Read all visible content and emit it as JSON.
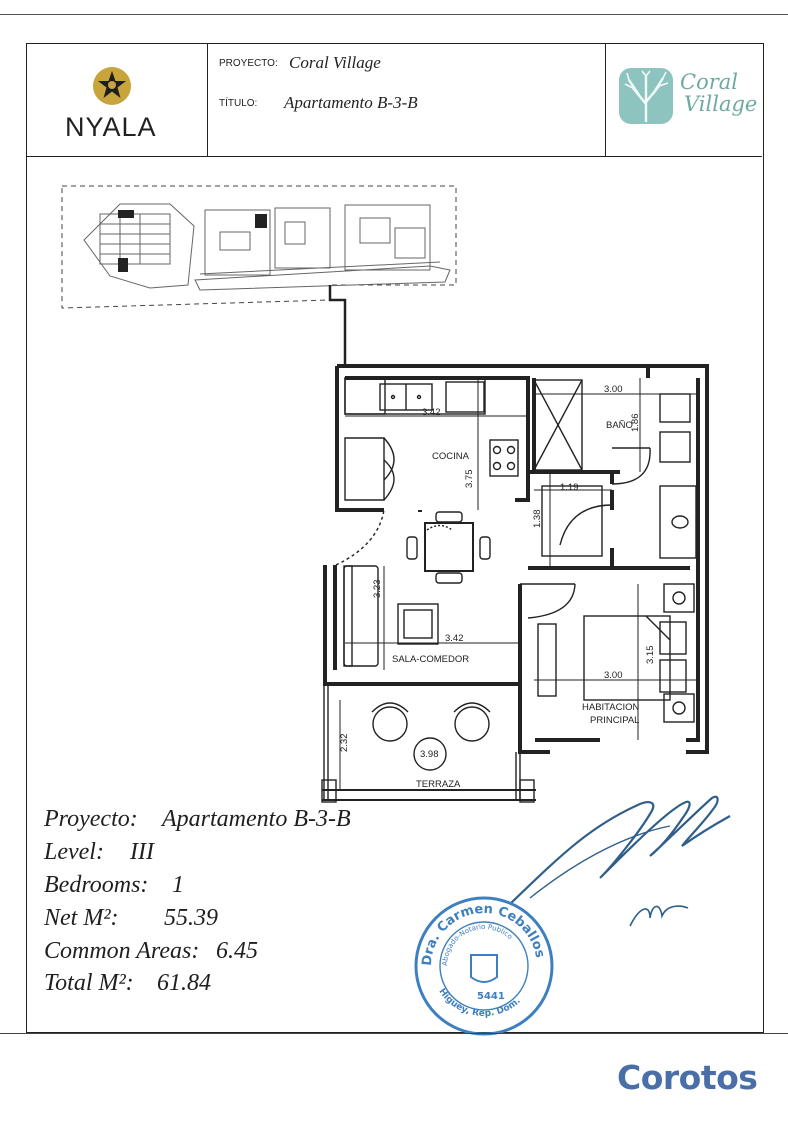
{
  "header": {
    "logo_text": "NYALA",
    "project_label": "PROYECTO:",
    "project_value": "Coral Village",
    "title_label": "TÍTULO:",
    "title_value": "Apartamento B-3-B",
    "brand_line1": "Coral",
    "brand_line2": "Village"
  },
  "floor_plan": {
    "rooms": {
      "kitchen": "COCINA",
      "bathroom": "BAÑO",
      "living_dining": "SALA-COMEDOR",
      "master_bedroom_line1": "HABITACION",
      "master_bedroom_line2": "PRINCIPAL",
      "terrace": "TERRAZA"
    },
    "dimensions": {
      "kitchen_width": "3.42",
      "kitchen_depth": "3.75",
      "bath_width": "3.00",
      "bath_depth": "1.86",
      "closet_width": "1.19",
      "closet_depth": "1.38",
      "living_depth": "3.23",
      "living_width": "3.42",
      "bedroom_width": "3.00",
      "bedroom_depth": "3.15",
      "terrace_width": "3.98",
      "terrace_depth": "2.32"
    }
  },
  "info": {
    "project_label": "Proyecto:",
    "project_value": "Apartamento B-3-B",
    "level_label": "Level:",
    "level_value": "III",
    "bedrooms_label": "Bedrooms:",
    "bedrooms_value": "1",
    "net_label": "Net M²:",
    "net_value": "55.39",
    "common_label": "Common Areas:",
    "common_value": "6.45",
    "total_label": "Total M²:",
    "total_value": "61.84"
  },
  "stamp": {
    "name": "Dra. Carmen Ceballos",
    "role": "Abogado-Notario Publico",
    "number": "5441",
    "place": "Higüey, Rep. Dom."
  },
  "watermark": "Corotos",
  "colors": {
    "accent_teal": "#6fa9a4",
    "logo_gold": "#b8962e",
    "stamp_blue": "#3e7fc0",
    "signature": "#2f5f8a",
    "watermark": "#4a6fa8"
  }
}
